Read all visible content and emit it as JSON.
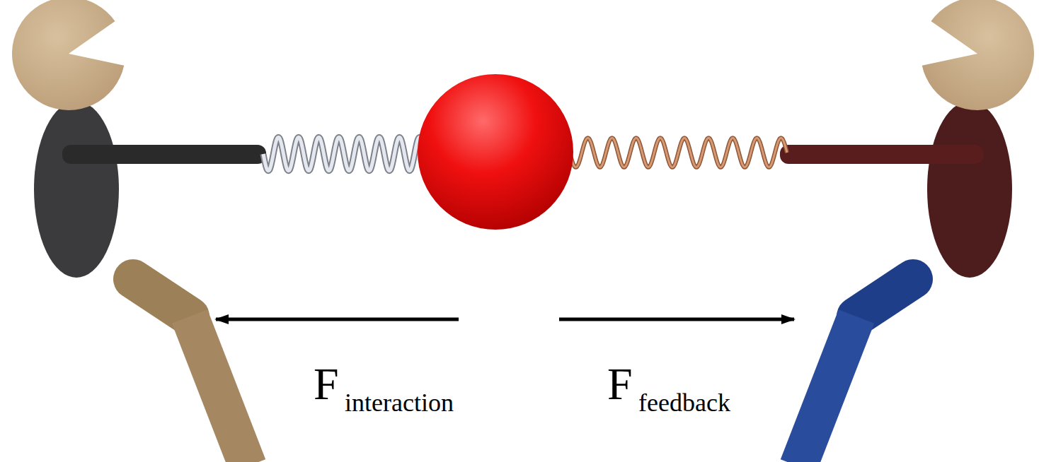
{
  "diagram": {
    "labels": [
      "F",
      "interaction",
      "F",
      "feedback"
    ]
  }
}
